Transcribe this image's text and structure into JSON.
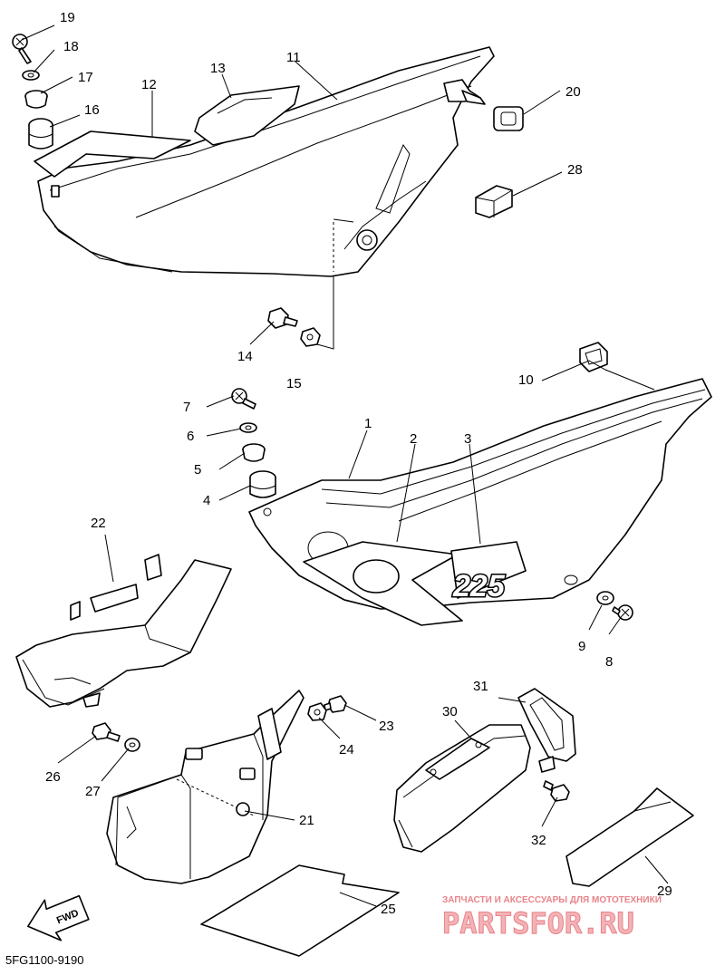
{
  "diagram": {
    "code": "5FG1100-9190",
    "fwd_label": "FWD",
    "decal_number": "225",
    "callouts": [
      "1",
      "2",
      "3",
      "4",
      "5",
      "6",
      "7",
      "8",
      "9",
      "10",
      "11",
      "12",
      "13",
      "14",
      "15",
      "16",
      "17",
      "18",
      "19",
      "20",
      "21",
      "22",
      "23",
      "24",
      "25",
      "26",
      "27",
      "28",
      "29",
      "30",
      "31",
      "32"
    ]
  },
  "watermark": {
    "tagline": "ЗАПЧАСТИ И АКСЕССУАРЫ ДЛЯ МОТОТЕХНИКИ",
    "brand": "PARTSFOR.RU",
    "color": "#e8838a"
  }
}
